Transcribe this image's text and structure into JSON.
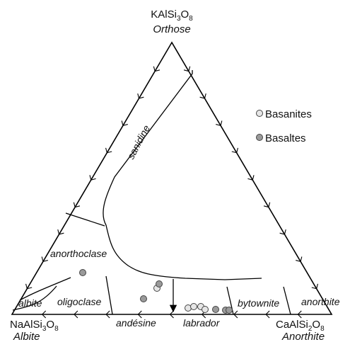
{
  "vertices": {
    "top": {
      "formula": "KAlSi",
      "sub1": "3",
      "mid": "O",
      "sub2": "8",
      "name": "Orthose"
    },
    "left": {
      "formula": "NaAlSi",
      "sub1": "3",
      "mid": "O",
      "sub2": "8",
      "name": "Albite"
    },
    "right": {
      "formula": "CaAlSi",
      "sub1": "2",
      "mid": "O",
      "sub2": "8",
      "name": "Anorthite"
    }
  },
  "fields": {
    "sanidine": "sanidine",
    "anorthoclase": "anorthoclase",
    "albite": "albite",
    "oligoclase": "oligoclase",
    "andesine": "andésine",
    "labrador": "labrador",
    "bytownite": "bytownite",
    "anorthite": "anorthite"
  },
  "legend": [
    {
      "label": "Basanites",
      "color": "#e6e6e6"
    },
    {
      "label": "Basaltes",
      "color": "#9a9a9a"
    }
  ],
  "colors": {
    "line": "#000000",
    "basanite": "#e6e6e6",
    "basalte": "#9a9a9a"
  }
}
